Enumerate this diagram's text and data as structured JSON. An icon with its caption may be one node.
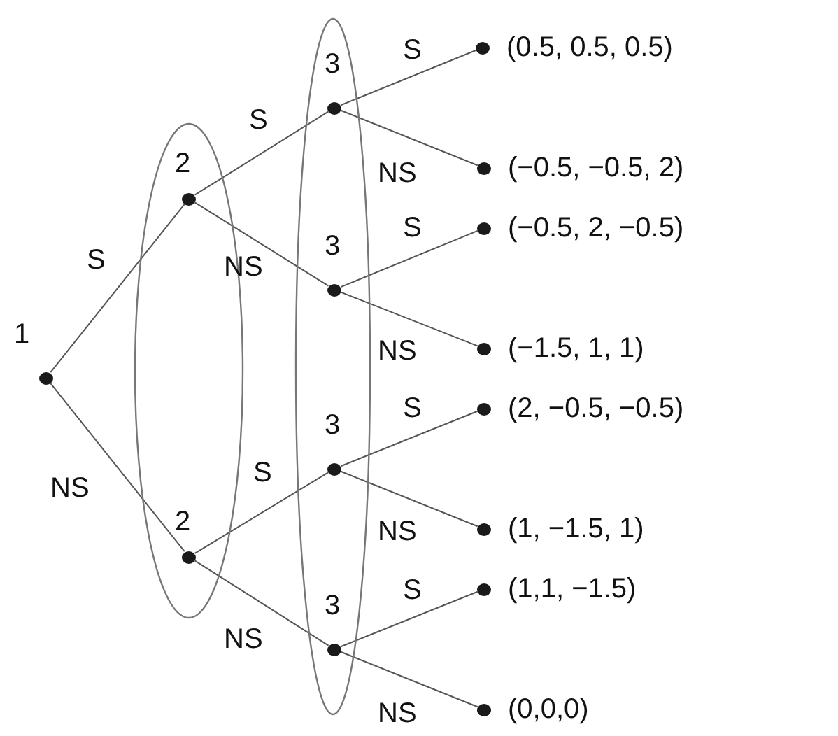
{
  "diagram": {
    "nodes": [
      {
        "text": [],
        "shape": "ellipse"
      },
      {
        "text": [],
        "shape": "ellipse"
      },
      {
        "text": [],
        "shape": "circle",
        "beside": [
          "1"
        ]
      },
      {
        "text": [],
        "shape": "circle",
        "beside": [
          "2"
        ],
        "in": 0
      },
      {
        "text": [],
        "shape": "circle",
        "beside": [
          "2"
        ],
        "in": 0
      },
      {
        "text": [],
        "shape": "circle",
        "beside": [
          "3"
        ],
        "in": 1
      },
      {
        "text": [],
        "shape": "circle",
        "beside": [
          "3"
        ],
        "in": 1
      },
      {
        "text": [],
        "shape": "circle",
        "beside": [
          "3"
        ],
        "in": 1
      },
      {
        "text": [],
        "shape": "circle",
        "beside": [
          "3"
        ],
        "in": 1
      },
      {
        "text": [],
        "shape": "circle",
        "beside": [
          "(0.5, 0.5, 0.5)"
        ]
      },
      {
        "text": [],
        "shape": "circle",
        "beside": [
          "(−0.5, −0.5, 2)"
        ]
      },
      {
        "text": [],
        "shape": "circle",
        "beside": [
          "(−0.5, 2, −0.5)"
        ]
      },
      {
        "text": [],
        "shape": "circle",
        "beside": [
          "(−1.5, 1, 1)"
        ]
      },
      {
        "text": [],
        "shape": "circle",
        "beside": [
          "(2, −0.5, −0.5)"
        ]
      },
      {
        "text": [],
        "shape": "circle",
        "beside": [
          "(1, −1.5, 1)"
        ]
      },
      {
        "text": [],
        "shape": "circle",
        "beside": [
          "(1,1, −1.5)"
        ]
      },
      {
        "text": [],
        "shape": "circle",
        "beside": [
          "(0,0,0)"
        ]
      }
    ],
    "edges": [
      {
        "from": 2,
        "to": 3,
        "arrow": "none",
        "label": "S"
      },
      {
        "from": 2,
        "to": 4,
        "arrow": "none",
        "label": "NS"
      },
      {
        "from": 3,
        "to": 5,
        "arrow": "none",
        "label": "S"
      },
      {
        "from": 3,
        "to": 6,
        "arrow": "none",
        "label": "NS"
      },
      {
        "from": 4,
        "to": 7,
        "arrow": "none",
        "label": "S"
      },
      {
        "from": 4,
        "to": 8,
        "arrow": "none",
        "label": "NS"
      },
      {
        "from": 5,
        "to": 9,
        "arrow": "none",
        "label": "S"
      },
      {
        "from": 5,
        "to": 10,
        "arrow": "none",
        "label": "NS"
      },
      {
        "from": 6,
        "to": 11,
        "arrow": "none",
        "label": "S"
      },
      {
        "from": 6,
        "to": 12,
        "arrow": "none",
        "label": "NS"
      },
      {
        "from": 7,
        "to": 13,
        "arrow": "none",
        "label": "S"
      },
      {
        "from": 7,
        "to": 14,
        "arrow": "none",
        "label": "NS"
      },
      {
        "from": 8,
        "to": 15,
        "arrow": "none",
        "label": "S"
      },
      {
        "from": 8,
        "to": 16,
        "arrow": "none",
        "label": "NS"
      }
    ]
  }
}
